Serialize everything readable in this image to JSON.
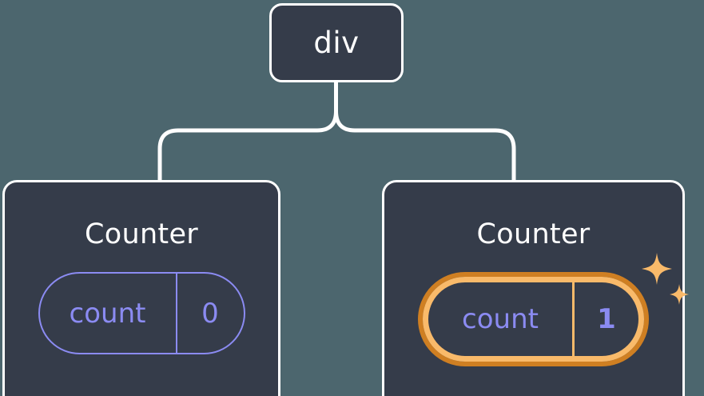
{
  "diagram": {
    "type": "component-tree",
    "background_color": "#4c666e",
    "node_fill_color": "#353c4a",
    "node_border_color": "#ffffff",
    "state_color": "#8b8bf2",
    "highlight_outer_color": "#cf7f22",
    "highlight_inner_color": "#f9ba6a",
    "root": {
      "label": "div"
    },
    "children": [
      {
        "title": "Counter",
        "state": {
          "key": "count",
          "value": "0",
          "highlighted": false
        }
      },
      {
        "title": "Counter",
        "state": {
          "key": "count",
          "value": "1",
          "highlighted": true
        },
        "decoration": "sparkles-icon"
      }
    ]
  }
}
